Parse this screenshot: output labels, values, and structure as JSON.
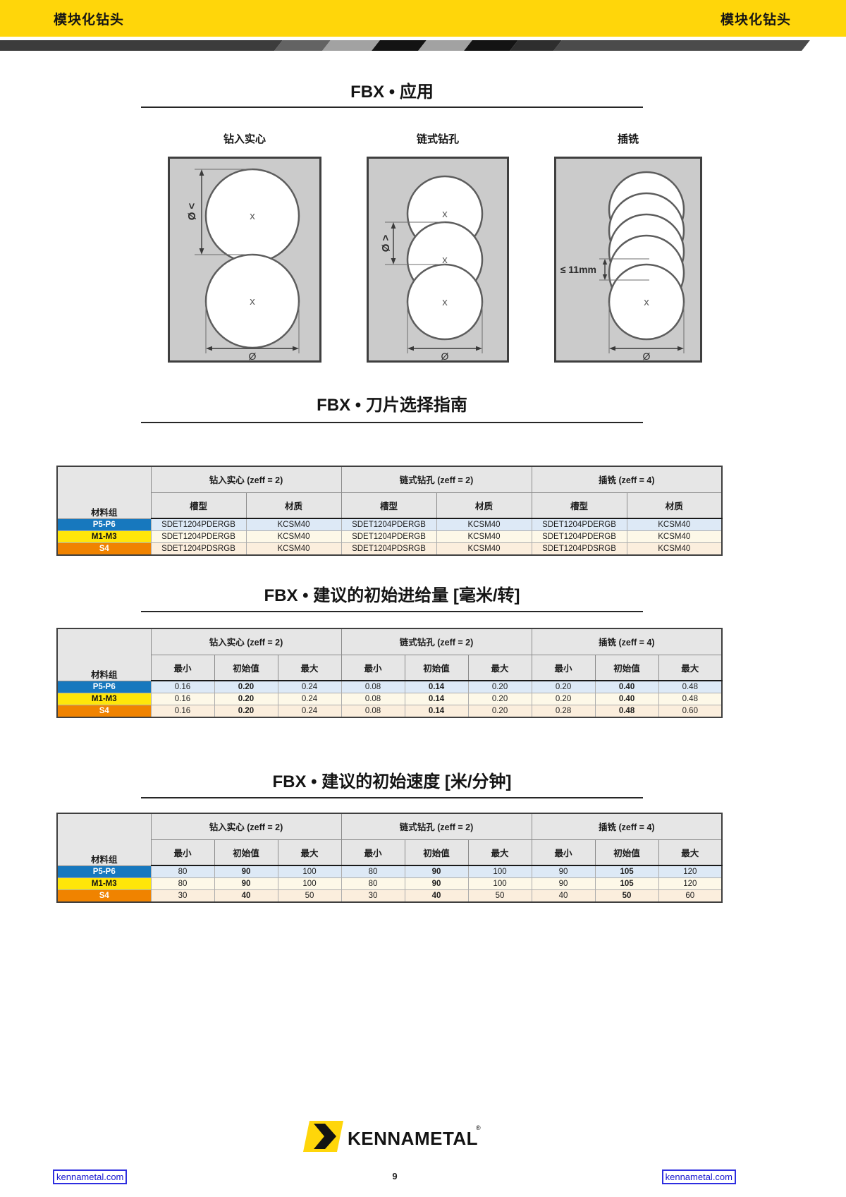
{
  "header": {
    "left": "模块化钻头",
    "right": "模块化钻头"
  },
  "applications": {
    "title": "FBX • 应用",
    "solid": {
      "label": "钻入实心",
      "dim": "> Ø",
      "dia": "Ø",
      "x": "x"
    },
    "chain": {
      "label": "链式钻孔",
      "dim": "< Ø",
      "dia": "Ø",
      "x": "x"
    },
    "plunge": {
      "label": "插铣",
      "dim": "≤ 11mm",
      "dia": "Ø",
      "x": "x"
    }
  },
  "guide": {
    "title": "FBX • 刀片选择指南",
    "material_col": "材料组",
    "groups": [
      "钻入实心 (zeff = 2)",
      "链式钻孔 (zeff = 2)",
      "插铣 (zeff = 4)"
    ],
    "subs": [
      "槽型",
      "材质",
      "槽型",
      "材质",
      "槽型",
      "材质"
    ],
    "rows": [
      {
        "label": "P5-P6",
        "cells": [
          "SDET1204PDERGB",
          "KCSM40",
          "SDET1204PDERGB",
          "KCSM40",
          "SDET1204PDERGB",
          "KCSM40"
        ]
      },
      {
        "label": "M1-M3",
        "cells": [
          "SDET1204PDERGB",
          "KCSM40",
          "SDET1204PDERGB",
          "KCSM40",
          "SDET1204PDERGB",
          "KCSM40"
        ]
      },
      {
        "label": "S4",
        "cells": [
          "SDET1204PDSRGB",
          "KCSM40",
          "SDET1204PDSRGB",
          "KCSM40",
          "SDET1204PDSRGB",
          "KCSM40"
        ]
      }
    ]
  },
  "feed": {
    "title": "FBX • 建议的初始进给量 [毫米/转]",
    "material_col": "材料组",
    "groups": [
      "钻入实心 (zeff = 2)",
      "链式钻孔 (zeff = 2)",
      "插铣 (zeff = 4)"
    ],
    "subs": [
      "最小",
      "初始值",
      "最大",
      "最小",
      "初始值",
      "最大",
      "最小",
      "初始值",
      "最大"
    ],
    "rows": [
      {
        "label": "P5-P6",
        "cells": [
          "0.16",
          "0.20",
          "0.24",
          "0.08",
          "0.14",
          "0.20",
          "0.20",
          "0.40",
          "0.48"
        ]
      },
      {
        "label": "M1-M3",
        "cells": [
          "0.16",
          "0.20",
          "0.24",
          "0.08",
          "0.14",
          "0.20",
          "0.20",
          "0.40",
          "0.48"
        ]
      },
      {
        "label": "S4",
        "cells": [
          "0.16",
          "0.20",
          "0.24",
          "0.08",
          "0.14",
          "0.20",
          "0.28",
          "0.48",
          "0.60"
        ]
      }
    ]
  },
  "speed": {
    "title": "FBX • 建议的初始速度 [米/分钟]",
    "material_col": "材料组",
    "groups": [
      "钻入实心 (zeff = 2)",
      "链式钻孔 (zeff = 2)",
      "插铣 (zeff = 4)"
    ],
    "subs": [
      "最小",
      "初始值",
      "最大",
      "最小",
      "初始值",
      "最大",
      "最小",
      "初始值",
      "最大"
    ],
    "rows": [
      {
        "label": "P5-P6",
        "cells": [
          "80",
          "90",
          "100",
          "80",
          "90",
          "100",
          "90",
          "105",
          "120"
        ]
      },
      {
        "label": "M1-M3",
        "cells": [
          "80",
          "90",
          "100",
          "80",
          "90",
          "100",
          "90",
          "105",
          "120"
        ]
      },
      {
        "label": "S4",
        "cells": [
          "30",
          "40",
          "50",
          "30",
          "40",
          "50",
          "40",
          "50",
          "60"
        ]
      }
    ]
  },
  "footer": {
    "brand": "KENNAMETAL",
    "reg": "®",
    "page": "9",
    "link_left": "kennametal.com",
    "link_right": "kennametal.com"
  },
  "colors": {
    "brand_yellow": "#FFD60A",
    "row_blue": "#1778BE",
    "row_yellow": "#FFE60A",
    "row_orange": "#F08300"
  }
}
